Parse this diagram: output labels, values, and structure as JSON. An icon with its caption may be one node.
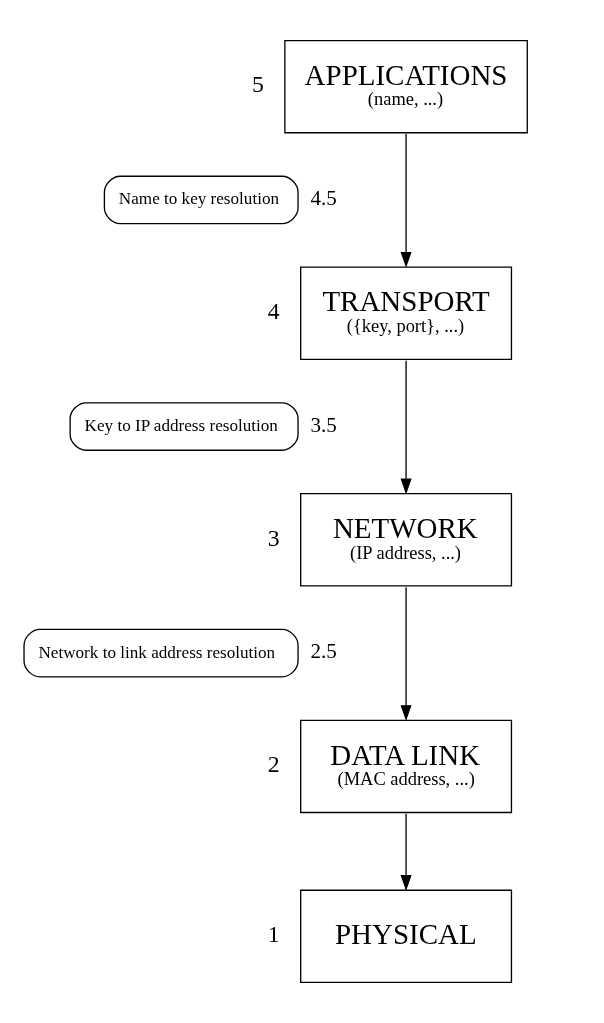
{
  "diagram": {
    "nodes": [
      {
        "text": [
          "APPLICATIONS",
          "(name, ...)"
        ],
        "beside": [
          "5"
        ]
      },
      {
        "text": [
          "Name to key resolution"
        ],
        "beside": [
          "4.5"
        ]
      },
      {
        "text": [
          "TRANSPORT",
          "({key, port}, ...)"
        ],
        "beside": [
          "4"
        ]
      },
      {
        "text": [
          "Key to IP address resolution"
        ],
        "beside": [
          "3.5"
        ]
      },
      {
        "text": [
          "NETWORK",
          "(IP address, ...)"
        ],
        "beside": [
          "3"
        ]
      },
      {
        "text": [
          "Network to link address resolution"
        ],
        "beside": [
          "2.5"
        ]
      },
      {
        "text": [
          "DATA LINK",
          "(MAC address, ...)"
        ],
        "beside": [
          "2"
        ]
      },
      {
        "text": [
          "PHYSICAL"
        ],
        "beside": [
          "1"
        ]
      }
    ],
    "edges": [
      {
        "from": 0,
        "to": 2,
        "arrow": "to"
      },
      {
        "from": 2,
        "to": 4,
        "arrow": "to"
      },
      {
        "from": 4,
        "to": 6,
        "arrow": "to"
      },
      {
        "from": 6,
        "to": 7,
        "arrow": "to"
      }
    ]
  }
}
